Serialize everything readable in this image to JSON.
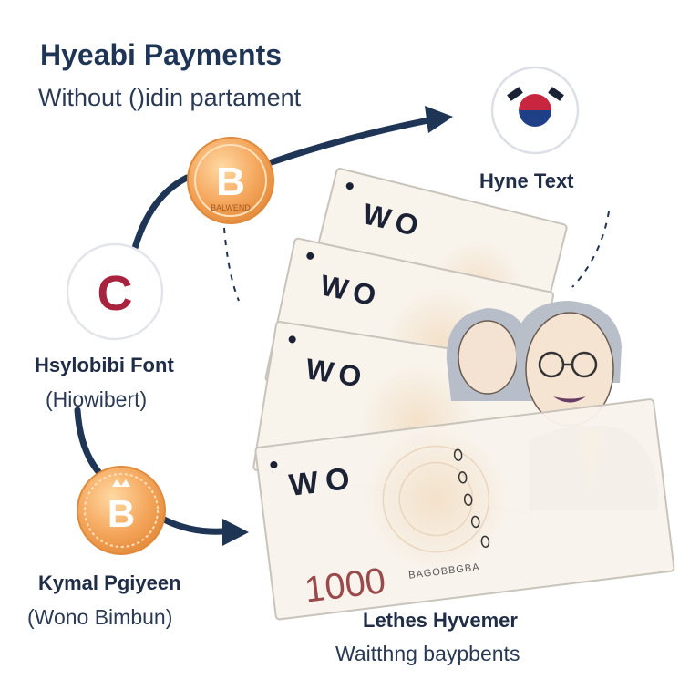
{
  "header": {
    "title": "Hyeabi Payments",
    "subtitle": "Without ()idin partament"
  },
  "nodes": {
    "flag": {
      "label": "Hyne Text",
      "icon": "korea-flag-icon"
    },
    "coin_top": {
      "glyph": "B",
      "caption": "BALWEND",
      "icon": "bitcoin-coin-icon"
    },
    "c_node": {
      "glyph": "C",
      "label": "Hsylobibi Font",
      "sublabel": "(Hiowibert)",
      "icon": "c-letter-icon"
    },
    "coin_bottom": {
      "glyph": "B",
      "label": "Kymal Pgiyeen",
      "sublabel": "(Wono Bimbun)",
      "icon": "bitcoin-coin-icon"
    }
  },
  "banknotes": {
    "markings": [
      "WO",
      "WO",
      "WO",
      "WO"
    ],
    "denomination": "1000",
    "serial": "BAGOBBGBA",
    "label": "Lethes Hyvemer",
    "sublabel": "Waitthng baypbents"
  },
  "colors": {
    "navy": "#1f3556",
    "coin_orange": "#f2a65a",
    "c_red": "#a8233e",
    "note_bg": "#f7f1e8",
    "denomination_red": "#9a4a4a"
  }
}
